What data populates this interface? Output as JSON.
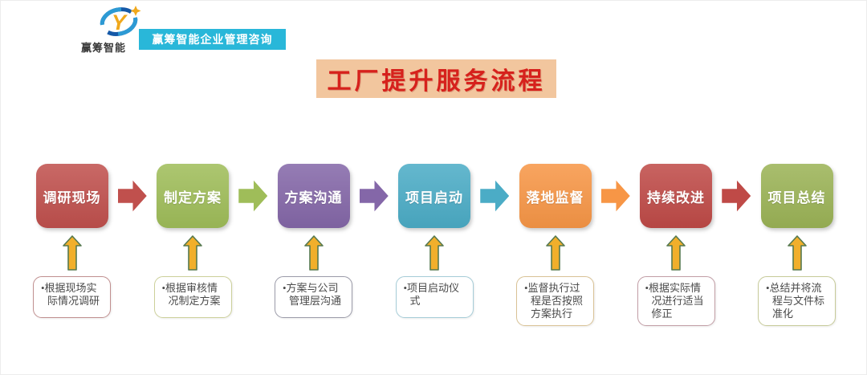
{
  "header": {
    "logo": {
      "caption": "赢筹智能",
      "swirl_dark_blue": "#1559a8",
      "swirl_light_blue": "#2d9ad4",
      "gold": "#f0a81c"
    },
    "banner": {
      "label": "赢筹智能企业管理咨询",
      "bg": "#29b7d9",
      "text_color": "#ffffff"
    }
  },
  "title": {
    "text": "工厂提升服务流程",
    "bg": "#f2c69e",
    "color": "#d6211c"
  },
  "up_arrow": {
    "fill": "#f1af2b",
    "stroke": "#56794f"
  },
  "connectors": [
    "#c0504d",
    "#9fbd59",
    "#8467a8",
    "#4bacc6",
    "#f79646",
    "#bf4a47"
  ],
  "steps": [
    {
      "label": "调研现场",
      "color": "#c0504d",
      "note": "•根据现场实际情况调研",
      "note_border": "#c08f8f"
    },
    {
      "label": "制定方案",
      "color": "#9fbd59",
      "note": "•根据审核情况制定方案",
      "note_border": "#ccd09a"
    },
    {
      "label": "方案沟通",
      "color": "#8467a8",
      "note": "•方案与公司管理层沟通",
      "note_border": "#9b9ba9"
    },
    {
      "label": "项目启动",
      "color": "#4bacc6",
      "note": "•项目启动仪式",
      "note_border": "#a5ccd7"
    },
    {
      "label": "落地监督",
      "color": "#f79646",
      "note": "•监督执行过程是否按照方案执行",
      "note_border": "#d9c295"
    },
    {
      "label": "持续改进",
      "color": "#bf4a47",
      "note": "•根据实际情况进行适当修正",
      "note_border": "#c19da5"
    },
    {
      "label": "项目总结",
      "color": "#9bb356",
      "note": "•总结并将流程与文件标准化",
      "note_border": "#c6ca98"
    }
  ]
}
